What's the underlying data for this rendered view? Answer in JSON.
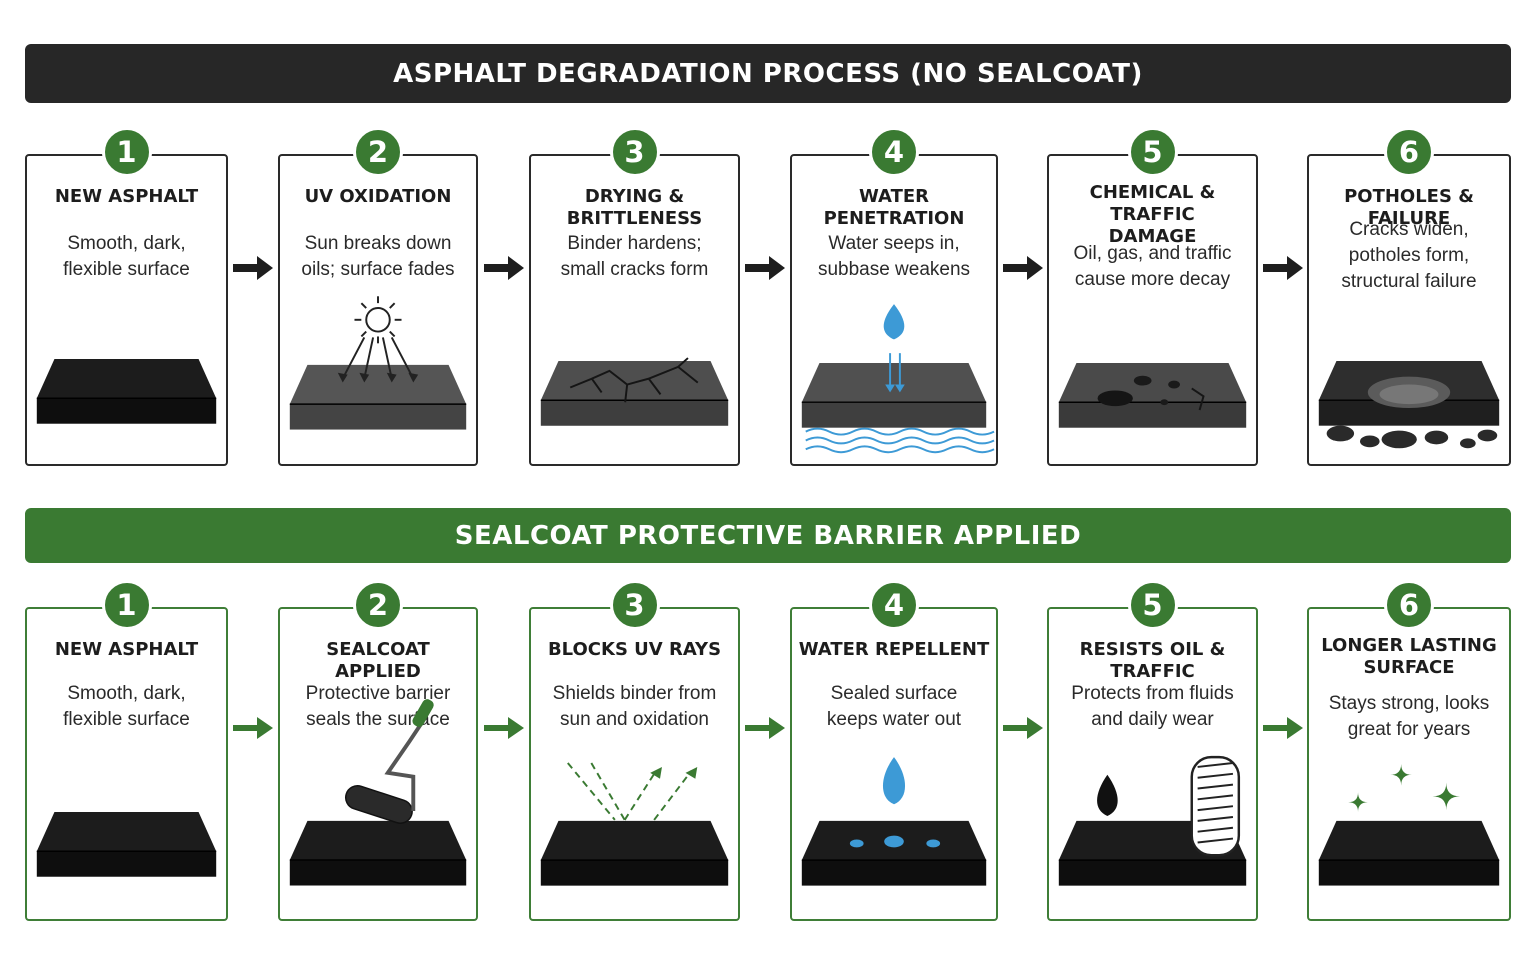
{
  "top": {
    "banner": "ASPHALT DEGRADATION PROCESS (NO SEALCOAT)",
    "steps": [
      {
        "num": "1",
        "title": "NEW ASPHALT",
        "desc": "Smooth, dark,\nflexible surface",
        "icon": "new-asphalt-slab"
      },
      {
        "num": "2",
        "title": "UV OXIDATION",
        "desc": "Sun breaks down\noils; surface fades",
        "icon": "sun-rays-slab"
      },
      {
        "num": "3",
        "title": "DRYING & BRITTLENESS",
        "desc": "Binder hardens;\nsmall cracks form",
        "icon": "cracked-slab"
      },
      {
        "num": "4",
        "title": "WATER PENETRATION",
        "desc": "Water seeps in,\nsubbase weakens",
        "icon": "water-drop-slab"
      },
      {
        "num": "5",
        "title": "CHEMICAL & TRAFFIC\nDAMAGE",
        "desc": "Oil, gas, and traffic\ncause more decay",
        "icon": "stained-slab"
      },
      {
        "num": "6",
        "title": "POTHOLES & FAILURE",
        "desc": "Cracks widen,\npotholes form,\nstructural failure",
        "icon": "pothole-slab"
      }
    ]
  },
  "bottom": {
    "banner": "SEALCOAT PROTECTIVE BARRIER APPLIED",
    "steps": [
      {
        "num": "1",
        "title": "NEW ASPHALT",
        "desc": "Smooth, dark,\nflexible surface",
        "icon": "new-asphalt-slab"
      },
      {
        "num": "2",
        "title": "SEALCOAT APPLIED",
        "desc": "Protective barrier\nseals the surface",
        "icon": "paint-roller-slab"
      },
      {
        "num": "3",
        "title": "BLOCKS UV RAYS",
        "desc": "Shields binder from\nsun and oxidation",
        "icon": "reflected-rays-slab"
      },
      {
        "num": "4",
        "title": "WATER REPELLENT",
        "desc": "Sealed surface\nkeeps water out",
        "icon": "beading-water-slab"
      },
      {
        "num": "5",
        "title": "RESISTS OIL & TRAFFIC",
        "desc": "Protects from fluids\nand daily wear",
        "icon": "oil-tire-slab"
      },
      {
        "num": "6",
        "title": "LONGER LASTING\nSURFACE",
        "desc": "Stays strong, looks\ngreat for years",
        "icon": "sparkle-slab"
      }
    ]
  },
  "colors": {
    "banner_dark": "#272727",
    "banner_green": "#3a7a32",
    "water_blue": "#3d9ad6",
    "slab_black": "#161616",
    "slab_faded": "#4a4a4a"
  }
}
